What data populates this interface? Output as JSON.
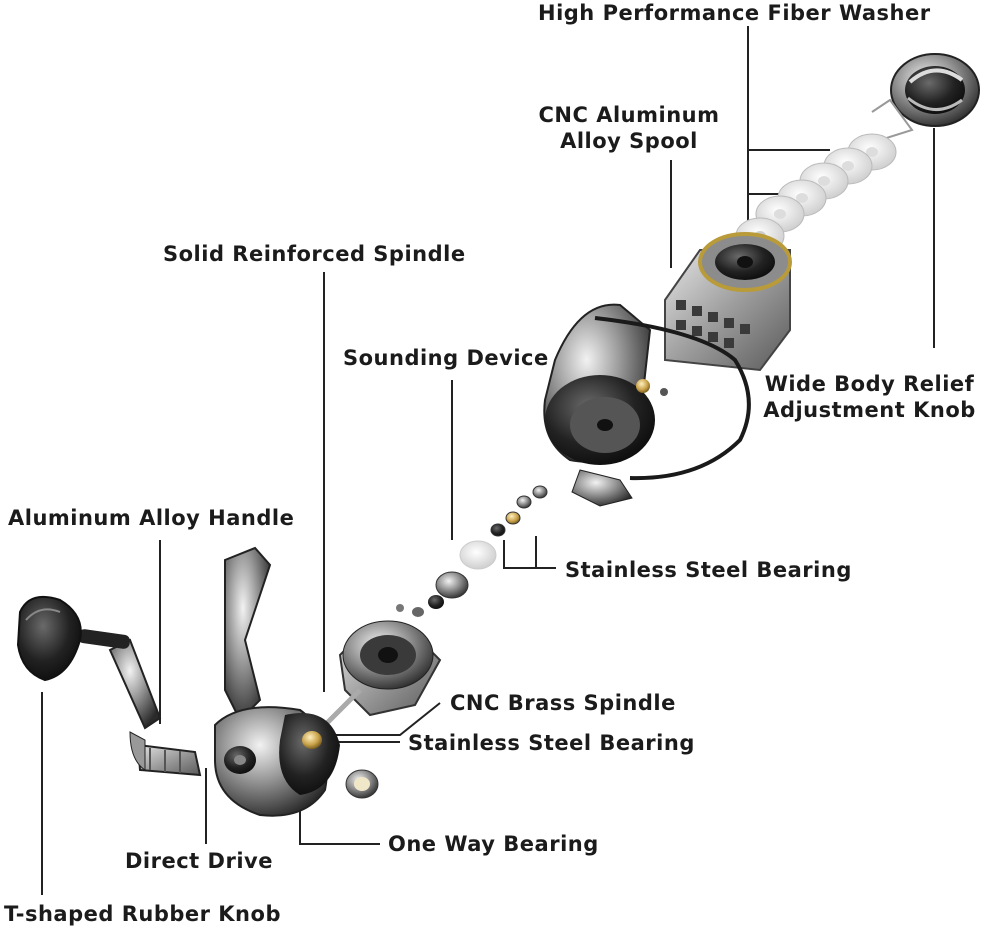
{
  "labels": {
    "fiber_washer": "High Performance Fiber Washer",
    "spool": [
      "CNC Aluminum",
      "Alloy Spool"
    ],
    "spindle": "Solid Reinforced Spindle",
    "sounding": "Sounding Device",
    "relief_knob": [
      "Wide Body Relief",
      "Adjustment Knob"
    ],
    "handle": "Aluminum Alloy Handle",
    "bearing_upper": "Stainless Steel Bearing",
    "brass_spindle": "CNC Brass Spindle",
    "bearing_lower": "Stainless Steel Bearing",
    "one_way": "One Way Bearing",
    "direct_drive": "Direct Drive",
    "rubber_knob": "T-shaped Rubber Knob"
  },
  "colors": {
    "text": "#1b1b1b",
    "leader": "#222222",
    "metal_dark": "#2b2b2b",
    "metal_mid": "#8a8a8a",
    "metal_light": "#d9d9d9",
    "gold": "#c9a24a"
  }
}
